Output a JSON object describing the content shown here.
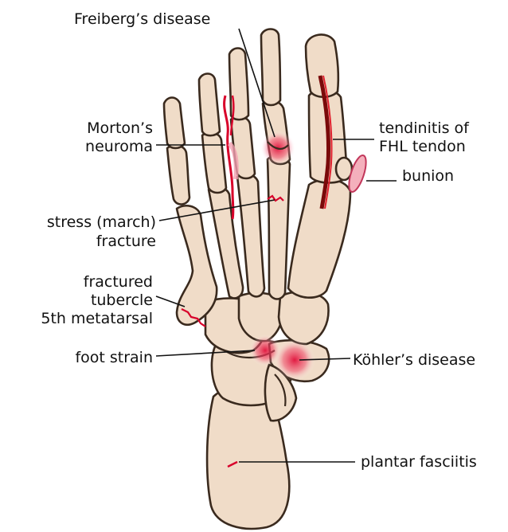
{
  "labels": {
    "freiberg": "Freiberg’s disease",
    "morton_1": "Morton’s",
    "morton_2": "neuroma",
    "tendinitis_1": "tendinitis of",
    "tendinitis_2": "FHL tendon",
    "bunion": "bunion",
    "stress_1": "stress (march)",
    "stress_2": "fracture",
    "tubercle_1": "fractured",
    "tubercle_2": "tubercle",
    "tubercle_3": "5th metatarsal",
    "foot_strain": "foot strain",
    "kohler": "Köhler’s disease",
    "plantar": "plantar fasciitis"
  },
  "colors": {
    "bone_fill": "#f0dcc8",
    "outline": "#3a2a1e",
    "highlight": "#d8002a"
  }
}
